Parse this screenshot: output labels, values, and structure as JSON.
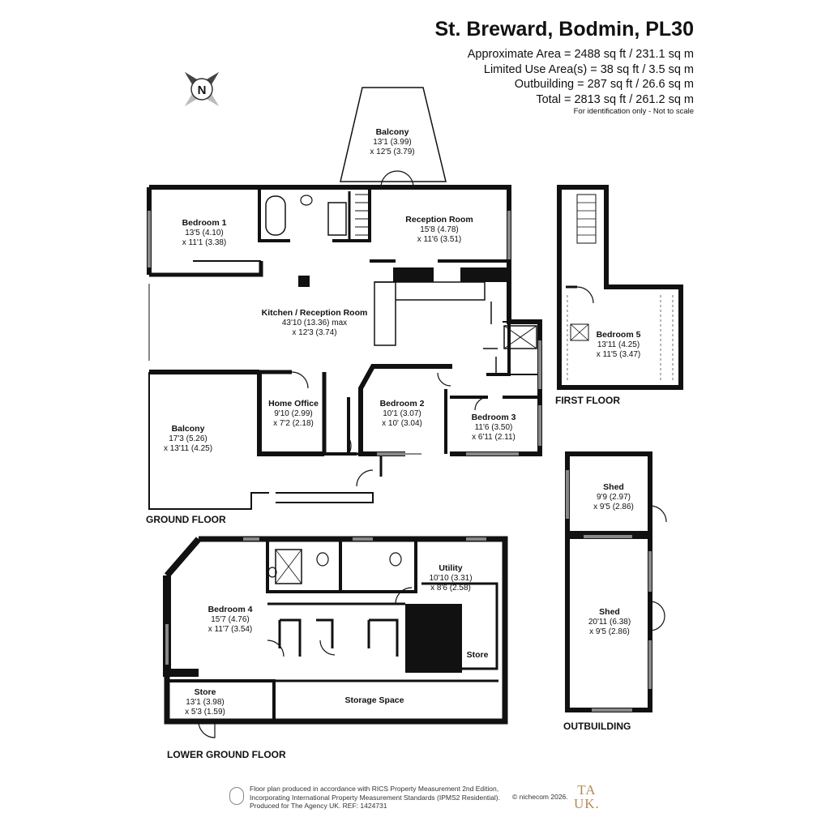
{
  "header": {
    "address": "St. Breward, Bodmin, PL30",
    "area_lines": [
      "Approximate Area = 2488 sq ft / 231.1 sq m",
      "Limited Use Area(s) = 38 sq ft / 3.5 sq m",
      "Outbuilding = 287 sq ft / 26.6 sq m",
      "Total = 2813 sq ft / 261.2 sq m"
    ],
    "note": "For identification only - Not to scale"
  },
  "compass": {
    "letter": "N",
    "icon": "compass-icon"
  },
  "floors": {
    "ground": "GROUND FLOOR",
    "first": "FIRST FLOOR",
    "lower": "LOWER GROUND FLOOR",
    "outbuilding": "OUTBUILDING"
  },
  "rooms": [
    {
      "key": "balcony-top",
      "name": "Balcony",
      "dims": [
        "13'1 (3.99)",
        "x 12'5 (3.79)"
      ]
    },
    {
      "key": "bedroom-1",
      "name": "Bedroom 1",
      "dims": [
        "13'5 (4.10)",
        "x 11'1 (3.38)"
      ]
    },
    {
      "key": "reception-room",
      "name": "Reception Room",
      "dims": [
        "15'8 (4.78)",
        "x 11'6 (3.51)"
      ]
    },
    {
      "key": "kitchen-reception",
      "name": "Kitchen / Reception Room",
      "dims": [
        "43'10 (13.36) max",
        "x 12'3 (3.74)"
      ]
    },
    {
      "key": "home-office",
      "name": "Home Office",
      "dims": [
        "9'10 (2.99)",
        "x 7'2 (2.18)"
      ]
    },
    {
      "key": "bedroom-2",
      "name": "Bedroom 2",
      "dims": [
        "10'1 (3.07)",
        "x 10' (3.04)"
      ]
    },
    {
      "key": "bedroom-3",
      "name": "Bedroom 3",
      "dims": [
        "11'6 (3.50)",
        "x 6'11 (2.11)"
      ]
    },
    {
      "key": "balcony-side",
      "name": "Balcony",
      "dims": [
        "17'3 (5.26)",
        "x 13'11 (4.25)"
      ]
    },
    {
      "key": "bedroom-5",
      "name": "Bedroom 5",
      "dims": [
        "13'11 (4.25)",
        "x 11'5 (3.47)"
      ]
    },
    {
      "key": "shed-small",
      "name": "Shed",
      "dims": [
        "9'9 (2.97)",
        "x 9'5 (2.86)"
      ]
    },
    {
      "key": "shed-large",
      "name": "Shed",
      "dims": [
        "20'11 (6.38)",
        "x 9'5 (2.86)"
      ]
    },
    {
      "key": "bedroom-4",
      "name": "Bedroom 4",
      "dims": [
        "15'7 (4.76)",
        "x 11'7 (3.54)"
      ]
    },
    {
      "key": "utility",
      "name": "Utility",
      "dims": [
        "10'10 (3.31)",
        "x 8'6 (2.58)"
      ]
    },
    {
      "key": "store-lower",
      "name": "Store",
      "dims": []
    },
    {
      "key": "store-left",
      "name": "Store",
      "dims": [
        "13'1  (3.98)",
        "x 5'3 (1.59)"
      ]
    },
    {
      "key": "storage-space",
      "name": "Storage Space",
      "dims": []
    }
  ],
  "footer": {
    "lines": [
      "Floor plan produced in accordance with RICS Property Measurement 2nd Edition,",
      "Incorporating International Property Measurement Standards (IPMS2 Residential).",
      "Produced for The Agency UK.   REF:  1424731"
    ],
    "copyright": "© nichecom 2026.",
    "logo_top": "TA",
    "logo_bottom": "UK."
  },
  "colors": {
    "wall": "#111111",
    "logo": "#b38a5a"
  }
}
